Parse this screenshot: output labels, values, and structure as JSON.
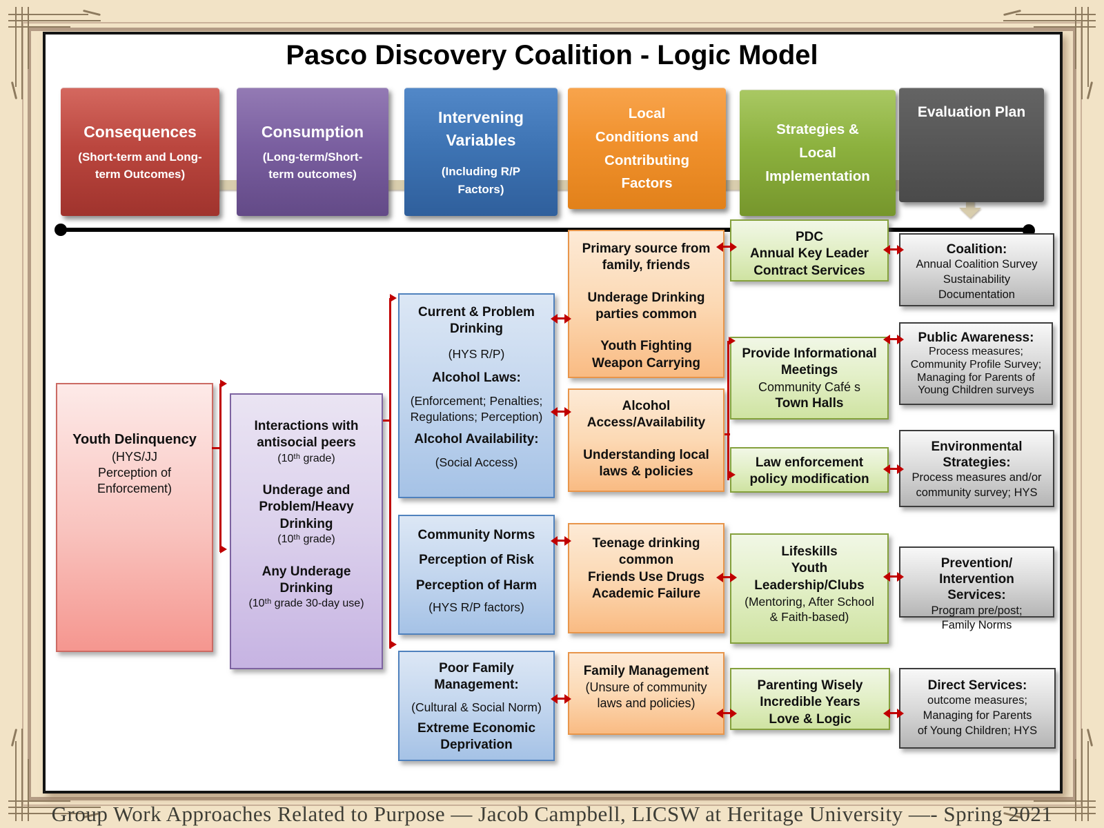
{
  "slide": {
    "title": "Pasco Discovery Coalition - Logic Model",
    "footer_caption": "Group Work Approaches Related to Purpose — Jacob Campbell, LICSW at Heritage University —- Spring 2021"
  },
  "colors": {
    "consequences_red": "#b0413a",
    "consumption_purple": "#7a5fa0",
    "intervening_blue": "#3e74b4",
    "local_conditions_orange": "#ef9134",
    "strategies_green": "#8cb13e",
    "evaluation_gray": "#575757",
    "connector_red": "#c00000",
    "flow_arrow_tan": "#d8cdad",
    "page_background": "#f2e3c6"
  },
  "flow_headers": {
    "consequences": {
      "title": "Consequences",
      "sub": "(Short-term and Long-term Outcomes)"
    },
    "consumption": {
      "title": "Consumption",
      "sub": "(Long-term/Short-term outcomes)"
    },
    "intervening_variables": {
      "title": "Intervening Variables",
      "sub": "(Including R/P Factors)"
    },
    "local_conditions": {
      "title": "Local Conditions and Contributing Factors"
    },
    "strategies": {
      "title": "Strategies & Local Implementation"
    },
    "evaluation_plan": {
      "title": "Evaluation Plan"
    }
  },
  "consequences_column": {
    "youth_delinquency": {
      "title": "Youth Delinquency",
      "sub_lines": [
        "(HYS/JJ",
        "Perception of",
        "Enforcement)"
      ]
    }
  },
  "consumption_column": {
    "drinking_measures": {
      "item1": "Interactions with antisocial peers",
      "item1_sub": "(10ᵗʰ grade)",
      "item2": "Underage and Problem/Heavy Drinking",
      "item2_sub": "(10ᵗʰ grade)",
      "item3": "Any Underage Drinking",
      "item3_sub": "(10ᵗʰ grade 30-day use)"
    }
  },
  "intervening_column": {
    "drinking_laws": {
      "l1": "Current & Problem Drinking",
      "l2": "(HYS R/P)",
      "l3": "Alcohol Laws:",
      "l4": "(Enforcement; Penalties; Regulations; Perception)",
      "l5": "Alcohol Availability:",
      "l6": "(Social Access)"
    },
    "community_norms": {
      "l1": "Community Norms",
      "l2": "Perception of Risk",
      "l3": "Perception of Harm",
      "l4": "(HYS R/P factors)"
    },
    "family_management": {
      "l1": "Poor Family Management:",
      "l2": "(Cultural & Social Norm)",
      "l3": "Extreme Economic Deprivation"
    }
  },
  "local_conditions_column": {
    "sources": {
      "l1": "Primary source from family, friends",
      "l2": "Underage Drinking parties common",
      "l3": "Youth Fighting Weapon Carrying"
    },
    "access": {
      "l1": "Alcohol Access/Availability",
      "l2": "Understanding local laws & policies"
    },
    "norms": {
      "l1": "Teenage drinking common",
      "l2": "Friends Use Drugs",
      "l3": "Academic Failure"
    },
    "family": {
      "l1": "Family Management",
      "l2": "(Unsure of community laws and policies)"
    }
  },
  "strategies_column": {
    "pdc": {
      "l1": "PDC",
      "l2": "Annual Key Leader",
      "l3": "Contract Services"
    },
    "meetings": {
      "l1": "Provide Informational Meetings",
      "l2": "Community Café s",
      "l3": "Town Halls"
    },
    "law_enforcement": {
      "l1": "Law enforcement policy modification"
    },
    "lifeskills": {
      "l1": "Lifeskills",
      "l2": "Youth",
      "l3": "Leadership/Clubs",
      "l4": "(Mentoring, After School & Faith-based)"
    },
    "parenting": {
      "l1": "Parenting Wisely",
      "l2": "Incredible Years",
      "l3": "Love & Logic"
    }
  },
  "evaluation_column": {
    "coalition": {
      "title": "Coalition:",
      "lines": [
        "Annual Coalition Survey",
        "Sustainability",
        "Documentation"
      ]
    },
    "public_awareness": {
      "title": "Public Awareness:",
      "lines": [
        "Process measures;",
        "Community Profile Survey;",
        "Managing for Parents of",
        "Young Children surveys"
      ]
    },
    "environmental": {
      "title_1": "Environmental",
      "title_2": "Strategies:",
      "lines": [
        "Process measures and/or",
        "community survey; HYS"
      ]
    },
    "prevention": {
      "title_1": "Prevention/",
      "title_2": "Intervention Services:",
      "lines": [
        "Program pre/post;",
        "Family Norms"
      ]
    },
    "direct_services": {
      "title": "Direct Services:",
      "lines": [
        "outcome measures;",
        "Managing for Parents",
        "of Young Children; HYS"
      ]
    }
  }
}
